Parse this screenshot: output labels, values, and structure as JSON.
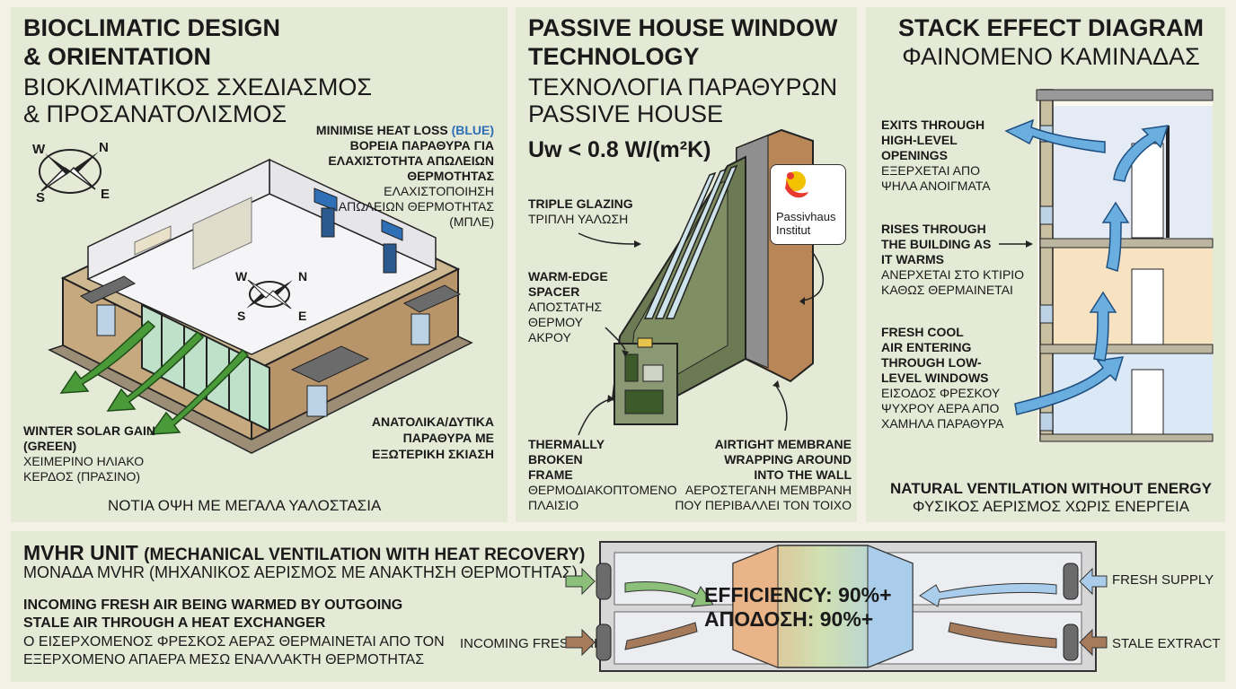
{
  "panel1": {
    "title_en_1": "BIOCLIMATIC DESIGN",
    "title_en_2": "& ORIENTATION",
    "title_gr_1": "ΒΙΟΚΛΙΜΑΤΙΚΟΣ ΣΧΕΔΙΑΣΜΟΣ",
    "title_gr_2": "& ΠΡΟΣΑΝΑΤΟΛΙΣΜΟΣ",
    "heat_loss_en": "MINIMISE HEAT LOSS",
    "heat_loss_color_word": "(BLUE)",
    "heat_loss_gr_1": "ΒΟΡΕΙΑ ΠΑΡΑΘΥΡΑ ΓΙΑ",
    "heat_loss_gr_2": "ΕΛΑΧΙΣΤΟΤΗΤΑ ΑΠΩΛΕΙΩΝ",
    "heat_loss_gr_3": "ΘΕΡΜΟΤΗΤΑΣ",
    "heat_loss_gr_4": "ΕΛΑΧΙΣΤΟΠΟΙΗΣΗ",
    "heat_loss_gr_5": "ΑΠΩΛΕΙΩΝ ΘΕΡΜΟΤΗΤΑΣ",
    "heat_loss_gr_6": "(ΜΠΛΕ)",
    "solar_en_1": "WINTER SOLAR GAIN",
    "solar_en_2": "(GREEN)",
    "solar_gr_1": "ΧΕΙΜΕΡΙΝΟ ΗΛΙΑΚΟ",
    "solar_gr_2": "ΚΕΡΔΟΣ (ΠΡΑΣΙΝΟ)",
    "east_west_1": "ΑΝΑΤΟΛΙΚΑ/ΔΥΤΙΚΑ",
    "east_west_2": "ΠΑΡΑΘΥΡΑ ΜΕ",
    "east_west_3": "ΕΞΩΤΕΡΙΚΗ ΣΚΙΑΣΗ",
    "south_facade": "ΝΟΤΙΑ ΟΨΗ ΜΕ ΜΕΓΑΛΑ ΥΑΛΟΣΤΑΣΙΑ",
    "compass": {
      "n": "N",
      "s": "S",
      "e": "E",
      "w": "W"
    }
  },
  "panel2": {
    "title_en_1": "PASSIVE HOUSE WINDOW",
    "title_en_2": "TECHNOLOGY",
    "title_gr_1": "ΤΕΧΝΟΛΟΓΙΑ ΠΑΡΑΘΥΡΩΝ",
    "title_gr_2": "PASSIVE HOUSE",
    "uvalue": "Uw < 0.8 W/(m²K)",
    "triple_en": "TRIPLE GLAZING",
    "triple_gr": "ΤΡΙΠΛΗ ΥΑΛΩΣΗ",
    "spacer_en_1": "WARM-EDGE",
    "spacer_en_2": "SPACER",
    "spacer_gr_1": "ΑΠΟΣΤΑΤΗΣ",
    "spacer_gr_2": "ΘΕΡΜΟΥ",
    "spacer_gr_3": "ΑΚΡΟΥ",
    "frame_en_1": "THERMALLY",
    "frame_en_2": "BROKEN",
    "frame_en_3": "FRAME",
    "frame_gr_1": "ΘΕΡΜΟΔΙΑΚΟΠΤΟΜΕΝΟ",
    "frame_gr_2": "ΠΛΑΙΣΙΟ",
    "membrane_en_1": "AIRTIGHT MEMBRANE",
    "membrane_en_2": "WRAPPING AROUND",
    "membrane_en_3": "INTO THE WALL",
    "membrane_gr_1": "ΑΕΡΟΣΤΕΓΑΝΗ ΜΕΜΒΡΑΝΗ",
    "membrane_gr_2": "ΠΟΥ ΠΕΡΙΒΑΛΛΕΙ ΤΟΝ ΤΟΙΧΟ",
    "logo_line_1": "Passivhaus",
    "logo_line_2": "Institut"
  },
  "panel3": {
    "title_en": "STACK EFFECT DIAGRAM",
    "title_gr": "ΦΑΙΝΟΜΕΝΟ ΚΑΜΙΝΑΔΑΣ",
    "exits_en_1": "EXITS THROUGH",
    "exits_en_2": "HIGH-LEVEL",
    "exits_en_3": "OPENINGS",
    "exits_gr_1": "ΕΞΕΡΧΕΤΑΙ ΑΠΟ",
    "exits_gr_2": "ΨΗΛΑ ΑΝΟΙΓΜΑΤΑ",
    "rises_en_1": "RISES THROUGH",
    "rises_en_2": "THE BUILDING AS",
    "rises_en_3": "IT WARMS",
    "rises_gr_1": "ΑΝΕΡΧΕΤΑΙ ΣΤΟ ΚΤΙΡΙΟ",
    "rises_gr_2": "ΚΑΘΩΣ ΘΕΡΜΑΙΝΕΤΑΙ",
    "fresh_en_1": "FRESH COOL",
    "fresh_en_2": "AIR ENTERING",
    "fresh_en_3": "THROUGH LOW-",
    "fresh_en_4": "LEVEL WINDOWS",
    "fresh_gr_1": "ΕΙΣΟΔΟΣ ΦΡΕΣΚΟΥ",
    "fresh_gr_2": "ΨΥΧΡΟΥ ΑΕΡΑ ΑΠΟ",
    "fresh_gr_3": "ΧΑΜΗΛΑ ΠΑΡΑΘΥΡΑ",
    "footer_en": "NATURAL VENTILATION WITHOUT ENERGY",
    "footer_gr": "ΦΥΣΙΚΟΣ ΑΕΡΙΣΜΟΣ ΧΩΡΙΣ ΕΝΕΡΓΕΙΑ"
  },
  "panel4": {
    "title_main": "MVHR UNIT",
    "title_paren": "(MECHANICAL VENTILATION WITH HEAT RECOVERY)",
    "title_gr": "ΜΟΝΑΔΑ MVHR (ΜΗΧΑΝΙΚΟΣ ΑΕΡΙΣΜΟΣ ΜΕ ΑΝΑΚΤΗΣΗ ΘΕΡΜΟΤΗΤΑΣ)",
    "desc_en_1": "INCOMING FRESH AIR BEING WARMED BY OUTGOING",
    "desc_en_2": "STALE AIR THROUGH A HEAT EXCHANGER",
    "desc_gr_1": "Ο ΕΙΣΕΡΧΟΜΕΝΟΣ ΦΡΕΣΚΟΣ ΑΕΡΑΣ ΘΕΡΜΑΙΝΕΤΑΙ ΑΠΟ ΤΟΝ",
    "desc_gr_2": "ΕΞΕΡΧΟΜΕΝΟ ΑΠΑΕΡΑ ΜΕΣΩ ΕΝΑΛΛΑΚΤΗ ΘΕΡΜΟΤΗΤΑΣ",
    "incoming": "INCOMING FRESH AIR",
    "efficiency_en": "EFFICIENCY: 90%+",
    "efficiency_gr": "ΑΠΟΔΟΣΗ: 90%+",
    "fresh_supply": "FRESH SUPPLY",
    "stale_extract": "STALE EXTRACT"
  },
  "colors": {
    "panel_bg": "#e4ead6",
    "solar_green": "#4a9a3a",
    "heat_loss_blue": "#2f6fb5",
    "warm_orange": "#e9b487",
    "mvhr_brown": "#9a7a60"
  }
}
